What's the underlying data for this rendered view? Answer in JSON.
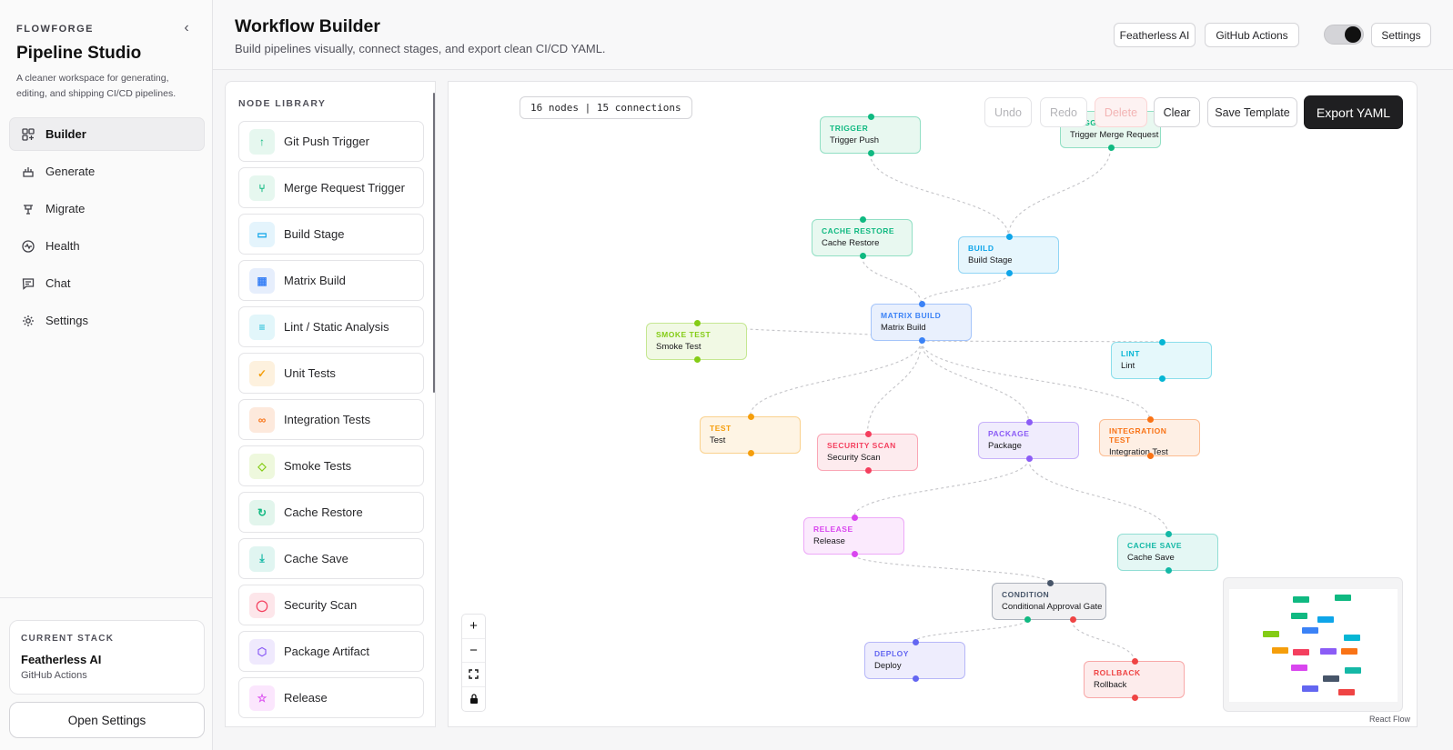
{
  "sidebar": {
    "brand": "FLOWFORGE",
    "title": "Pipeline Studio",
    "description": "A cleaner workspace for generating, editing, and shipping CI/CD pipelines.",
    "nav": [
      {
        "label": "Builder",
        "icon": "builder-icon",
        "active": true
      },
      {
        "label": "Generate",
        "icon": "generate-icon"
      },
      {
        "label": "Migrate",
        "icon": "migrate-icon"
      },
      {
        "label": "Health",
        "icon": "health-icon"
      },
      {
        "label": "Chat",
        "icon": "chat-icon"
      },
      {
        "label": "Settings",
        "icon": "settings-icon"
      }
    ],
    "stack": {
      "label": "CURRENT STACK",
      "name": "Featherless AI",
      "sub": "GitHub Actions"
    },
    "open_settings": "Open Settings"
  },
  "header": {
    "title": "Workflow Builder",
    "subtitle": "Build pipelines visually, connect stages, and export clean CI/CD YAML.",
    "provider": "Featherless AI",
    "platform": "GitHub Actions",
    "settings": "Settings"
  },
  "library": {
    "title": "NODE LIBRARY",
    "items": [
      {
        "label": "Git Push Trigger",
        "icon": "git-push-icon",
        "color": "#10b981",
        "bg": "#e6f7ef"
      },
      {
        "label": "Merge Request Trigger",
        "icon": "merge-icon",
        "color": "#10b981",
        "bg": "#e6f7ef"
      },
      {
        "label": "Build Stage",
        "icon": "build-icon",
        "color": "#0ea5e9",
        "bg": "#e4f4fc"
      },
      {
        "label": "Matrix Build",
        "icon": "matrix-icon",
        "color": "#3b82f6",
        "bg": "#e6eefc"
      },
      {
        "label": "Lint / Static Analysis",
        "icon": "lint-icon",
        "color": "#06b6d4",
        "bg": "#e2f6fa"
      },
      {
        "label": "Unit Tests",
        "icon": "check-icon",
        "color": "#f59e0b",
        "bg": "#fdf1de"
      },
      {
        "label": "Integration Tests",
        "icon": "integration-icon",
        "color": "#f97316",
        "bg": "#fde9dc"
      },
      {
        "label": "Smoke Tests",
        "icon": "smoke-icon",
        "color": "#84cc16",
        "bg": "#eef8dd"
      },
      {
        "label": "Cache Restore",
        "icon": "cache-restore-icon",
        "color": "#10b981",
        "bg": "#e2f5ec"
      },
      {
        "label": "Cache Save",
        "icon": "cache-save-icon",
        "color": "#14b8a6",
        "bg": "#e0f5f1"
      },
      {
        "label": "Security Scan",
        "icon": "shield-icon",
        "color": "#f43f5e",
        "bg": "#fde6ea"
      },
      {
        "label": "Package Artifact",
        "icon": "package-icon",
        "color": "#8b5cf6",
        "bg": "#efe9fd"
      },
      {
        "label": "Release",
        "icon": "star-icon",
        "color": "#d946ef",
        "bg": "#fbe6fd"
      }
    ]
  },
  "canvas": {
    "stats": "16 nodes | 15 connections",
    "buttons": {
      "undo": "Undo",
      "redo": "Redo",
      "delete": "Delete",
      "clear": "Clear",
      "save_template": "Save Template",
      "export": "Export YAML"
    },
    "attribution": "React Flow",
    "nodes": [
      {
        "id": "trigger-push",
        "type": "TRIGGER",
        "label": "Trigger Push",
        "color": "#10b981",
        "bg": "#e8f8f0"
      },
      {
        "id": "trigger-mr",
        "type": "TRIGGER",
        "label": "Trigger Merge Request",
        "color": "#10b981",
        "bg": "#e8f8f0"
      },
      {
        "id": "cache-restore",
        "type": "CACHE RESTORE",
        "label": "Cache Restore",
        "color": "#10b981",
        "bg": "#e8f8f0"
      },
      {
        "id": "build",
        "type": "BUILD",
        "label": "Build Stage",
        "color": "#0ea5e9",
        "bg": "#e6f6fd"
      },
      {
        "id": "matrix",
        "type": "MATRIX BUILD",
        "label": "Matrix Build",
        "color": "#3b82f6",
        "bg": "#e9f0fd"
      },
      {
        "id": "smoke",
        "type": "SMOKE TEST",
        "label": "Smoke Test",
        "color": "#84cc16",
        "bg": "#f1f9e4"
      },
      {
        "id": "lint",
        "type": "LINT",
        "label": "Lint",
        "color": "#06b6d4",
        "bg": "#e5f8fb"
      },
      {
        "id": "test",
        "type": "TEST",
        "label": "Test",
        "color": "#f59e0b",
        "bg": "#fef4e4"
      },
      {
        "id": "security",
        "type": "SECURITY SCAN",
        "label": "Security Scan",
        "color": "#f43f5e",
        "bg": "#fdebee"
      },
      {
        "id": "package",
        "type": "PACKAGE",
        "label": "Package",
        "color": "#8b5cf6",
        "bg": "#f0ecfd"
      },
      {
        "id": "integration",
        "type": "INTEGRATION TEST",
        "label": "Integration Test",
        "color": "#f97316",
        "bg": "#feefe4"
      },
      {
        "id": "release",
        "type": "RELEASE",
        "label": "Release",
        "color": "#d946ef",
        "bg": "#fbeafd"
      },
      {
        "id": "cache-save",
        "type": "CACHE SAVE",
        "label": "Cache Save",
        "color": "#14b8a6",
        "bg": "#e4f7f4"
      },
      {
        "id": "condition",
        "type": "CONDITION",
        "label": "Conditional Approval Gate",
        "color": "#475569",
        "bg": "#f1f1f3"
      },
      {
        "id": "deploy",
        "type": "DEPLOY",
        "label": "Deploy",
        "color": "#6366f1",
        "bg": "#eeedfd"
      },
      {
        "id": "rollback",
        "type": "ROLLBACK",
        "label": "Rollback",
        "color": "#ef4444",
        "bg": "#fdecec"
      }
    ],
    "edges": [
      [
        "trigger-push",
        "build"
      ],
      [
        "trigger-mr",
        "build"
      ],
      [
        "cache-restore",
        "matrix"
      ],
      [
        "build",
        "matrix"
      ],
      [
        "matrix",
        "smoke"
      ],
      [
        "matrix",
        "lint"
      ],
      [
        "matrix",
        "test"
      ],
      [
        "matrix",
        "security"
      ],
      [
        "matrix",
        "package"
      ],
      [
        "matrix",
        "integration"
      ],
      [
        "package",
        "release"
      ],
      [
        "package",
        "cache-save"
      ],
      [
        "release",
        "condition"
      ],
      [
        "condition",
        "deploy"
      ],
      [
        "condition",
        "rollback"
      ]
    ]
  }
}
